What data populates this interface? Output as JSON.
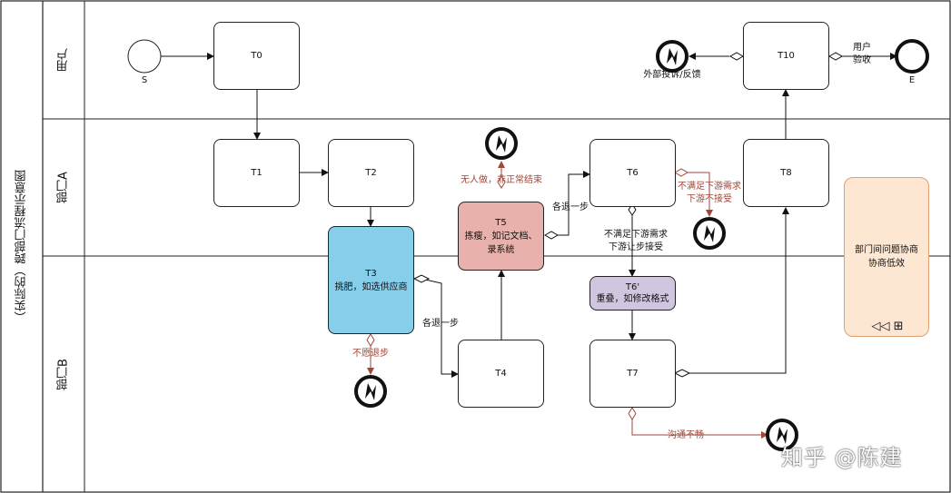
{
  "title": "（实际的）跨部门流程示意图",
  "lanes": [
    {
      "key": "user",
      "label": "用户"
    },
    {
      "key": "deptA",
      "label": "部门A"
    },
    {
      "key": "deptB",
      "label": "部门B"
    }
  ],
  "events": {
    "start": "S",
    "end": "E"
  },
  "tasks": {
    "t0": {
      "name": "T0",
      "desc": ""
    },
    "t1": {
      "name": "T1",
      "desc": ""
    },
    "t2": {
      "name": "T2",
      "desc": ""
    },
    "t3": {
      "name": "T3",
      "desc": "挑肥，如选供应商"
    },
    "t4": {
      "name": "T4",
      "desc": ""
    },
    "t5": {
      "name": "T5",
      "desc": "拣瘦，如记文档、\n录系统"
    },
    "t6": {
      "name": "T6",
      "desc": ""
    },
    "t6p": {
      "name": "T6'",
      "desc": "重叠，如修改格式"
    },
    "t7": {
      "name": "T7",
      "desc": ""
    },
    "t8": {
      "name": "T8",
      "desc": ""
    },
    "t10": {
      "name": "T10",
      "desc": ""
    }
  },
  "labels": {
    "complaint": "外部投诉/反馈",
    "accept": "用户\n验收",
    "unwilling": "不愿退步",
    "back1": "各退一步",
    "back2": "各退一步",
    "nobody": "无人做，非正常结束",
    "t6_down": "不满足下游需求\n下游让步接受",
    "t6_right": "不满足下游需求\n下游不接受",
    "comm": "沟通不畅"
  },
  "annotation": {
    "text": "部门间问题协商\n协商低效",
    "controls": "◁◁ ⊞"
  },
  "watermark": "知乎 @陈建",
  "colors": {
    "t3": "#87ceeb",
    "t5": "#e8b1ab",
    "t6p": "#d1c6e0",
    "annotation": "#fde6d2",
    "annotation_border": "#e0a070",
    "red": "#a0463a"
  }
}
